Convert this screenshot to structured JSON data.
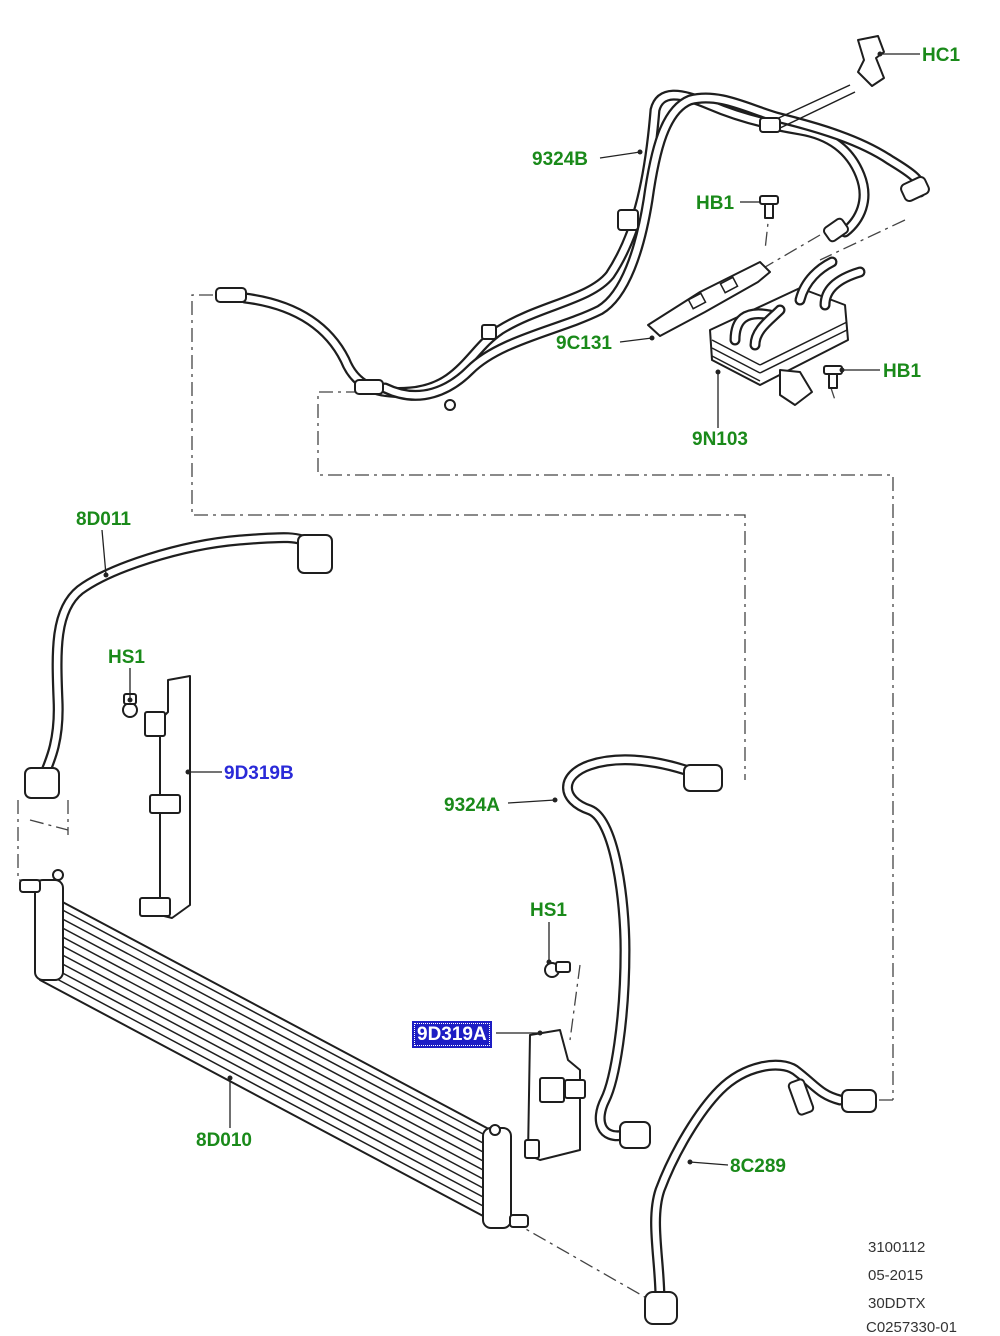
{
  "callouts": [
    {
      "id": "hc1",
      "text": "HC1",
      "color": "green"
    },
    {
      "id": "9324b",
      "text": "9324B",
      "color": "green"
    },
    {
      "id": "hb1-top",
      "text": "HB1",
      "color": "green"
    },
    {
      "id": "9c131",
      "text": "9C131",
      "color": "green"
    },
    {
      "id": "hb1-right",
      "text": "HB1",
      "color": "green"
    },
    {
      "id": "9n103",
      "text": "9N103",
      "color": "green"
    },
    {
      "id": "8d011",
      "text": "8D011",
      "color": "green"
    },
    {
      "id": "hs1-left",
      "text": "HS1",
      "color": "green"
    },
    {
      "id": "9d319b",
      "text": "9D319B",
      "color": "blue"
    },
    {
      "id": "9324a",
      "text": "9324A",
      "color": "green"
    },
    {
      "id": "hs1-mid",
      "text": "HS1",
      "color": "green"
    },
    {
      "id": "9d319a",
      "text": "9D319A",
      "color": "selected"
    },
    {
      "id": "8d010",
      "text": "8D010",
      "color": "green"
    },
    {
      "id": "8c289",
      "text": "8C289",
      "color": "green"
    }
  ],
  "drawing_info": {
    "line1": "3100112",
    "line2": "05-2015",
    "line3": "30DDTX",
    "line4": "C0257330-01"
  },
  "colors": {
    "callout_green": "#1a8a1a",
    "callout_blue": "#2a2ad8",
    "selected_bg": "#1d1dc4",
    "line": "#222222"
  }
}
